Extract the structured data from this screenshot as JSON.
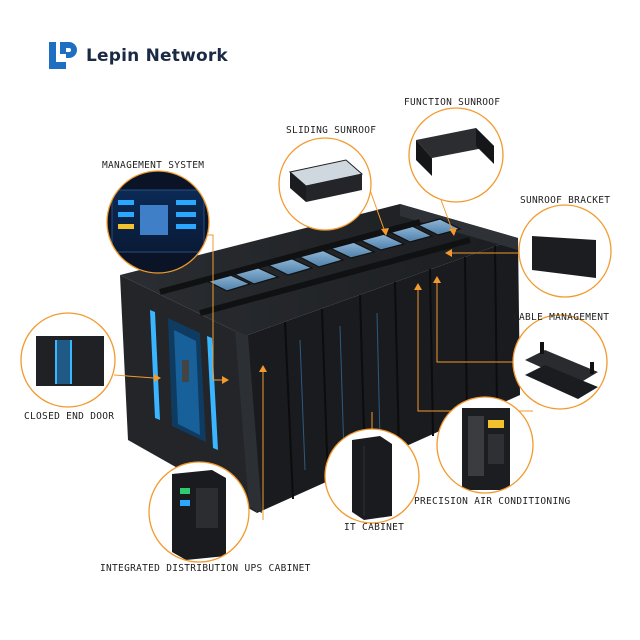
{
  "brand": {
    "name": "Lepin Network",
    "mark": "LP",
    "color": "#1e6fc2"
  },
  "accent_color": "#f29a2e",
  "labels": {
    "function_sunroof": "FUNCTION SUNROOF",
    "sliding_sunroof": "SLIDING SUNROOF",
    "management_system": "MANAGEMENT SYSTEM",
    "sunroof_bracket": "SUNROOF BRACKET",
    "cable_management": "CABLE MANAGEMENT",
    "closed_end_door": "CLOSED END DOOR",
    "precision_air_conditioning": "PRECISION AIR CONDITIONING",
    "it_cabinet": "IT CABINET",
    "integrated_ups_cabinet": "INTEGRATED DISTRIBUTION UPS CABINET"
  }
}
